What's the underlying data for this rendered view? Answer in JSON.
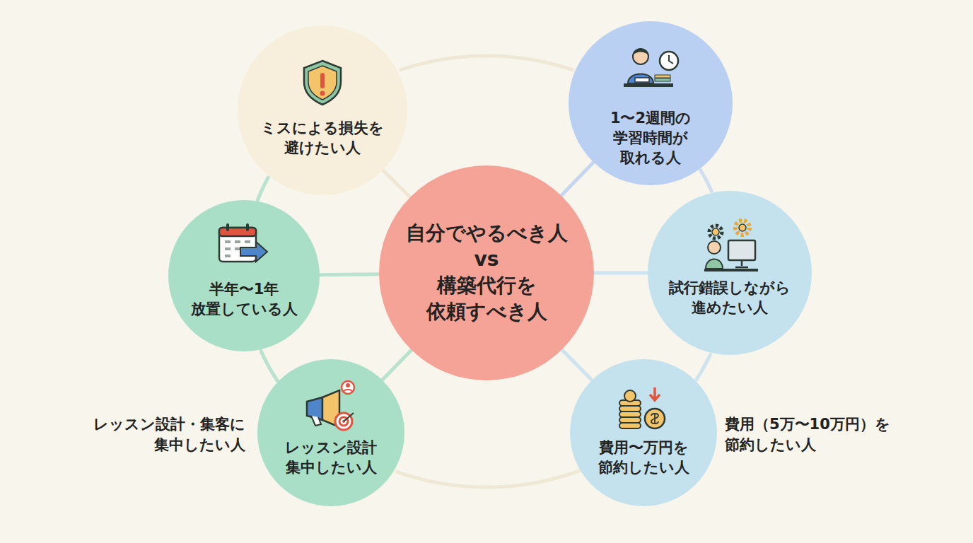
{
  "diagram": {
    "nodes": [
      {
        "text": [
          "自分でやるべき人 vs 構築代行を 依頼すべき人"
        ]
      },
      {
        "text": [
          "ミスによる損失を 避けたい人"
        ]
      },
      {
        "text": [
          "1〜2週間の 学習時間が 取れる人"
        ]
      },
      {
        "text": [
          "半年〜1年 放置している人"
        ]
      },
      {
        "text": [
          "試行錯誤しながら 進めたい人"
        ]
      },
      {
        "text": [
          "レッスン設計 集中したい人"
        ]
      },
      {
        "text": [
          "費用〜万円を 節約したい人"
        ]
      }
    ],
    "edges": [
      {
        "from": 0,
        "to": 1,
        "arrow": "none"
      },
      {
        "from": 0,
        "to": 2,
        "arrow": "none"
      },
      {
        "from": 0,
        "to": 3,
        "arrow": "none"
      },
      {
        "from": 0,
        "to": 4,
        "arrow": "none"
      },
      {
        "from": 0,
        "to": 5,
        "arrow": "none"
      },
      {
        "from": 0,
        "to": 6,
        "arrow": "none"
      },
      {
        "from": 1,
        "to": 2,
        "arrow": "none"
      },
      {
        "from": 2,
        "to": 4,
        "arrow": "none"
      },
      {
        "from": 4,
        "to": 6,
        "arrow": "none"
      },
      {
        "from": 6,
        "to": 5,
        "arrow": "none"
      },
      {
        "from": 5,
        "to": 3,
        "arrow": "none"
      },
      {
        "from": 3,
        "to": 1,
        "arrow": "none"
      }
    ],
    "labels": [
      "レッスン設計・集客に 集中したい人",
      "費用（5万〜10万円）を 節約したい人"
    ]
  }
}
